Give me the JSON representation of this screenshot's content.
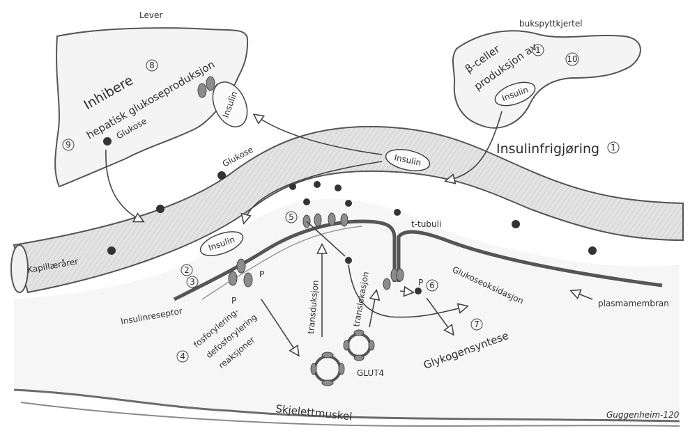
{
  "organs": {
    "liver": "Lever",
    "pancreas": "bukspyttkjertel",
    "capillary": "Kapillærårer",
    "muscle": "Skjelettmuskel"
  },
  "liver_texts": {
    "inhibit": "Inhibere",
    "hepatic": "hepatisk glukoseproduksjon",
    "glucose": "Glukose",
    "insulin": "Insulin"
  },
  "pancreas_texts": {
    "line1": "β-celler",
    "line2": "produksjon av",
    "insulin": "Insulin"
  },
  "vessel_texts": {
    "glucose": "Glukose",
    "insulin": "Insulin",
    "release": "Insulinfrigjøring"
  },
  "muscle_texts": {
    "insulin": "Insulin",
    "receptor": "Insulinreseptor",
    "step4_a": "fosforylering-",
    "step4_b": "defosforylering",
    "step4_c": "reaksjoner",
    "transduction": "transduksjon",
    "translocation": "translokasjon",
    "ttubuli": "t-tubuli",
    "oxidation": "Glukoseoksidasjon",
    "plasma": "plasmamembran",
    "glycogen": "Glykogensyntese",
    "glut4": "GLUT4",
    "p1": "P",
    "p2": "P",
    "p3": "P"
  },
  "step_numbers": {
    "n1a": "1",
    "n1b": "1",
    "n2": "2",
    "n3": "3",
    "n4": "4",
    "n5": "5",
    "n6": "6",
    "n7": "7",
    "n8": "8",
    "n9": "9",
    "n10": "10"
  },
  "signature": "Guggenheim-120"
}
